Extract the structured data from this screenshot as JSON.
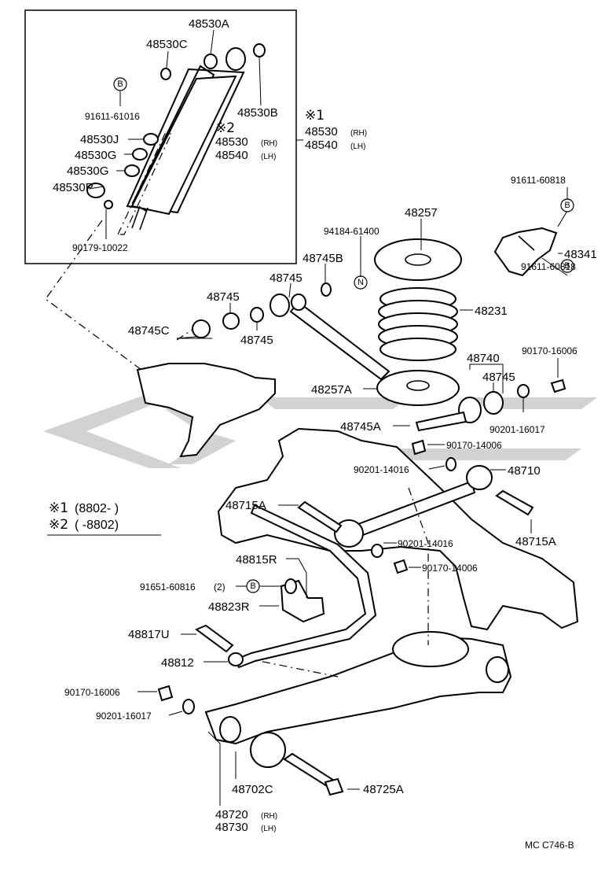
{
  "parts": {
    "p48530A": "48530A",
    "p48530C": "48530C",
    "p48530B": "48530B",
    "p91611_61016": "91611-61016",
    "p48530J": "48530J",
    "p48530G_1": "48530G",
    "p48530G_2": "48530G",
    "p48530P": "48530P",
    "p90179_10022": "90179-10022",
    "p48530_rh_a": "48530",
    "p48540_lh_a": "48540",
    "p48530_rh_b": "48530",
    "p48540_lh_b": "48540",
    "p48257": "48257",
    "p94184_61400": "94184-61400",
    "p48745B": "48745B",
    "p48745_1": "48745",
    "p48745_2": "48745",
    "p48745_3": "48745",
    "p48745C": "48745C",
    "p48231": "48231",
    "p48257A": "48257A",
    "p48740": "48740",
    "p48745_4": "48745",
    "p90170_16006_a": "90170-16006",
    "p90201_16017_a": "90201-16017",
    "p48745A": "48745A",
    "p90170_14006_a": "90170-14006",
    "p90201_14016_a": "90201-14016",
    "p48710": "48710",
    "p48715A_1": "48715A",
    "p48715A_2": "48715A",
    "p90201_14016_b": "90201-14016",
    "p90170_14006_b": "90170-14006",
    "p48815R": "48815R",
    "p91651_60816": "91651-60816",
    "p91651_qty": "(2)",
    "p48823R": "48823R",
    "p48817U": "48817U",
    "p48812": "48812",
    "p90170_16006_b": "90170-16006",
    "p90201_16017_b": "90201-16017",
    "p48702C": "48702C",
    "p48725A": "48725A",
    "p48720": "48720",
    "p48730": "48730",
    "p91611_60818_a": "91611-60818",
    "p48341": "48341",
    "p91611_60818_b": "91611-60818"
  },
  "suffix": {
    "rh": "(RH)",
    "lh": "(LH)"
  },
  "marks": {
    "ref1": "※1",
    "ref2": "※2",
    "circle_b": "B",
    "circle_n": "N"
  },
  "notes": {
    "n1_mark": "※1",
    "n1_text": "(8802-      )",
    "n2_mark": "※2",
    "n2_text": "(      -8802)"
  },
  "footer": {
    "code": "MC  C746-B"
  },
  "colors": {
    "line": "#000000",
    "watermark": "#d2d2d2",
    "background": "#ffffff"
  }
}
